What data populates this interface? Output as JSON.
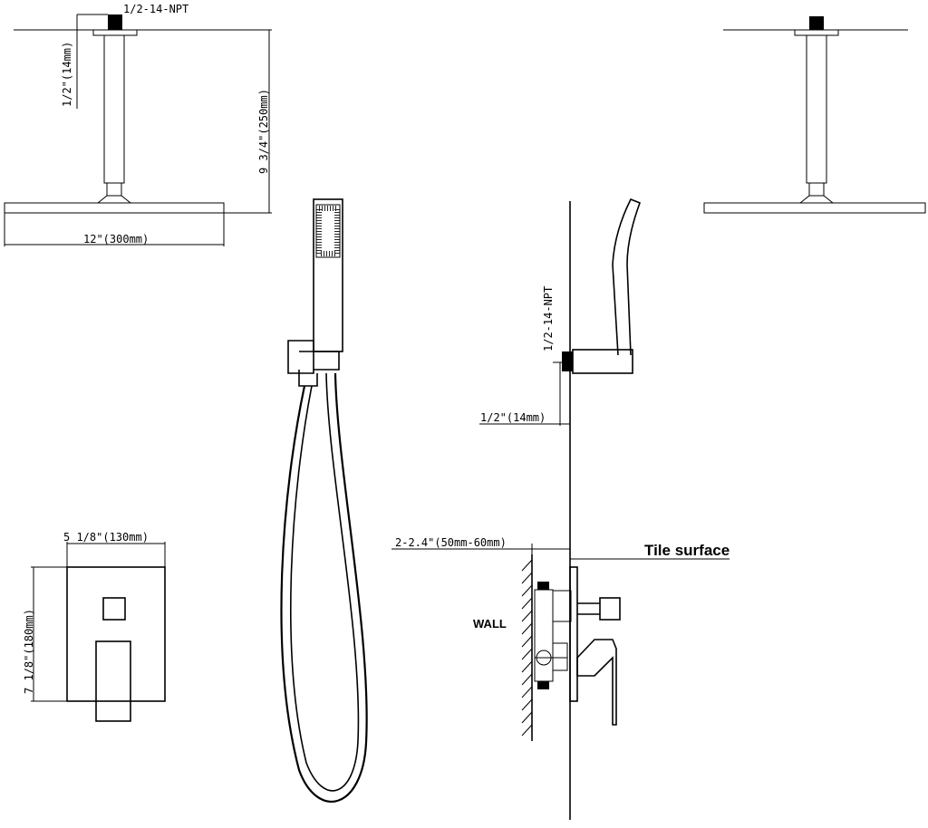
{
  "top_view": {
    "thread_label": "1/2-14-NPT",
    "pipe_width_label": "1/2\"(14mm)",
    "height_label": "9 3/4\"(250mm)",
    "width_label": "12\"(300mm)"
  },
  "trim_plate": {
    "width_label": "5 1/8\"(130mm)",
    "height_label": "7 1/8\"(180mm)"
  },
  "side_view": {
    "thread_label": "1/2-14-NPT",
    "outlet_label": "1/2\"(14mm)",
    "depth_label": "2-2.4\"(50mm-60mm)",
    "tile_label": "Tile surface",
    "wall_label": "WALL"
  }
}
